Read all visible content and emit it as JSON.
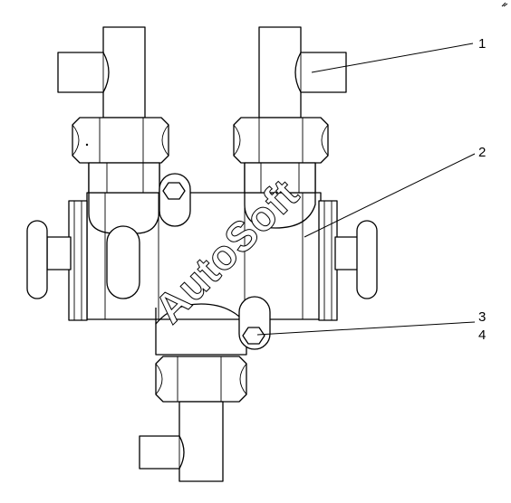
{
  "callouts": {
    "c1": "1",
    "c2": "2",
    "c3": "3",
    "c4": "4"
  },
  "watermark": "AutoSoft",
  "colors": {
    "line": "#000000",
    "background": "#ffffff"
  }
}
